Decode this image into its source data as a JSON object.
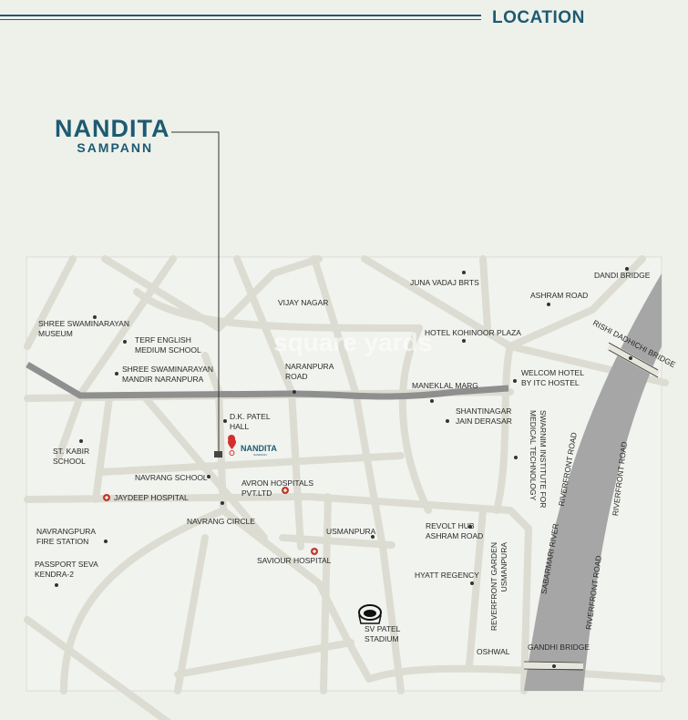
{
  "header": {
    "title": "LOCATION"
  },
  "project": {
    "name": "NANDITA",
    "subname": "SAMPANN",
    "pin_label": "NANDITA",
    "pin_sublabel": "SAMPANN"
  },
  "colors": {
    "brand": "#1d5a73",
    "river": "#a6a6a6",
    "road": "#dcdcd2",
    "main_road": "#8f8f8f",
    "hospital": "#c0392b"
  },
  "watermark": "square yards",
  "landmarks": [
    {
      "lines": [
        "SHREE SWAMINARAYAN",
        "MUSEUM"
      ],
      "icon": "dot"
    },
    {
      "lines": [
        "TERF ENGLISH",
        "MEDIUM SCHOOL"
      ],
      "icon": "dot"
    },
    {
      "lines": [
        "SHREE SWAMINARAYAN",
        "MANDIR NARANPURA"
      ],
      "icon": "dot"
    },
    {
      "lines": [
        "VIJAY NAGAR"
      ],
      "icon": "none"
    },
    {
      "lines": [
        "NARANPURA",
        "ROAD"
      ],
      "icon": "pointer"
    },
    {
      "lines": [
        "D.K. PATEL",
        "HALL"
      ],
      "icon": "dot"
    },
    {
      "lines": [
        "ST. KABIR",
        "SCHOOL"
      ],
      "icon": "dot"
    },
    {
      "lines": [
        "NAVRANG SCHOOL"
      ],
      "icon": "dot"
    },
    {
      "lines": [
        "AVRON HOSPITALS",
        "PVT.LTD"
      ],
      "icon": "hospital"
    },
    {
      "lines": [
        "JAYDEEP HOSPITAL"
      ],
      "icon": "hospital"
    },
    {
      "lines": [
        "NAVRANG CIRCLE"
      ],
      "icon": "pointer"
    },
    {
      "lines": [
        "NAVRANGPURA",
        "FIRE STATION"
      ],
      "icon": "dot"
    },
    {
      "lines": [
        "PASSPORT SEVA",
        "KENDRA-2"
      ],
      "icon": "dot"
    },
    {
      "lines": [
        "USMANPURA"
      ],
      "icon": "dot"
    },
    {
      "lines": [
        "SAVIOUR HOSPITAL"
      ],
      "icon": "hospital"
    },
    {
      "lines": [
        "SV PATEL",
        "STADIUM"
      ],
      "icon": "stadium"
    },
    {
      "lines": [
        "JUNA VADAJ BRTS"
      ],
      "icon": "dot"
    },
    {
      "lines": [
        "DANDI BRIDGE"
      ],
      "icon": "dot"
    },
    {
      "lines": [
        "ASHRAM ROAD"
      ],
      "icon": "dot"
    },
    {
      "lines": [
        "HOTEL KOHINOOR PLAZA"
      ],
      "icon": "dot"
    },
    {
      "lines": [
        "MANEKLAL MARG"
      ],
      "icon": "pointer"
    },
    {
      "lines": [
        "WELCOM HOTEL",
        "BY ITC HOSTEL"
      ],
      "icon": "dot"
    },
    {
      "lines": [
        "SHANTINAGAR",
        "JAIN DERASAR"
      ],
      "icon": "dot"
    },
    {
      "lines": [
        "SWARNIM INSTITUTE FOR",
        "MEDICAL TECHNOLOGY"
      ],
      "icon": "dot"
    },
    {
      "lines": [
        "REVOLT HUB",
        "ASHRAM ROAD"
      ],
      "icon": "dot"
    },
    {
      "lines": [
        "HYATT REGENCY"
      ],
      "icon": "dot"
    },
    {
      "lines": [
        "REVERFRONT GARDEN",
        "USMANPURA"
      ],
      "icon": "none"
    },
    {
      "lines": [
        "OSHWAL"
      ],
      "icon": "none"
    },
    {
      "lines": [
        "GANDHI BRIDGE"
      ],
      "icon": "pointer"
    },
    {
      "lines": [
        "RISHI DADHICHI BRIDGE"
      ],
      "icon": "pointer"
    },
    {
      "lines": [
        "RIVERFRONT ROAD"
      ],
      "icon": "none"
    },
    {
      "lines": [
        "RIVERFRONT ROAD"
      ],
      "icon": "none"
    },
    {
      "lines": [
        "RIVERFRONT ROAD"
      ],
      "icon": "none"
    },
    {
      "lines": [
        "SABARMARI RIVER"
      ],
      "icon": "none"
    }
  ]
}
